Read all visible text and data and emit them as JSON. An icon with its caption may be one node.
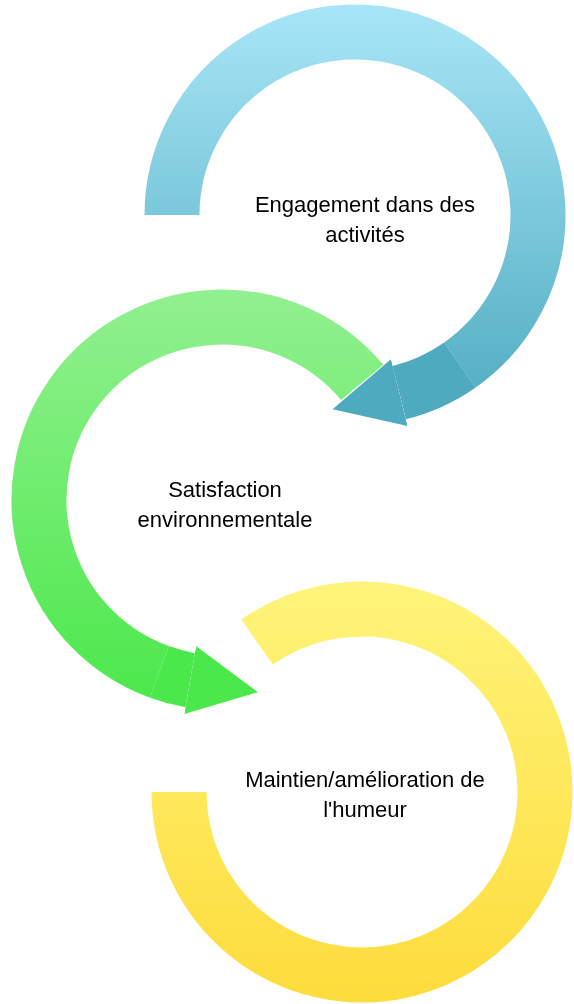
{
  "diagram": {
    "nodes": [
      {
        "text": [
          "Engagement dans des activités"
        ]
      },
      {
        "text": [
          "Satisfaction environnementale"
        ]
      },
      {
        "text": [
          "Maintien/amélioration de l'humeur"
        ]
      }
    ],
    "edges": [
      {
        "from": 0,
        "to": 1,
        "arrow": "to",
        "color": "#4eaabf"
      },
      {
        "from": 1,
        "to": 2,
        "arrow": "to",
        "color": "#4ae84a"
      }
    ]
  }
}
